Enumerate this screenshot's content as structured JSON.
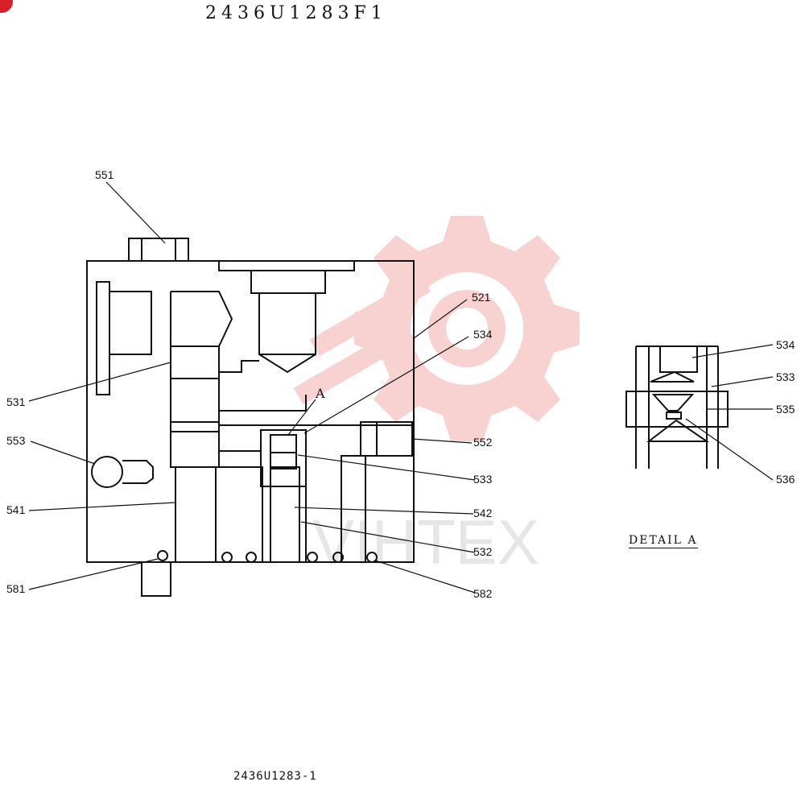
{
  "drawing_number": "2436U1283F1",
  "footer_code": "2436U1283-1",
  "detail_caption": "DETAIL A",
  "detail_marker": "A",
  "watermark_text": "VIHTEX",
  "colors": {
    "line": "#111111",
    "watermark": "#f7c9c9",
    "badge": "#d8202a"
  },
  "callouts_main": [
    "551",
    "521",
    "534",
    "531",
    "553",
    "552",
    "533",
    "541",
    "542",
    "532",
    "581",
    "582"
  ],
  "callouts_detail": [
    "534",
    "533",
    "535",
    "536"
  ]
}
